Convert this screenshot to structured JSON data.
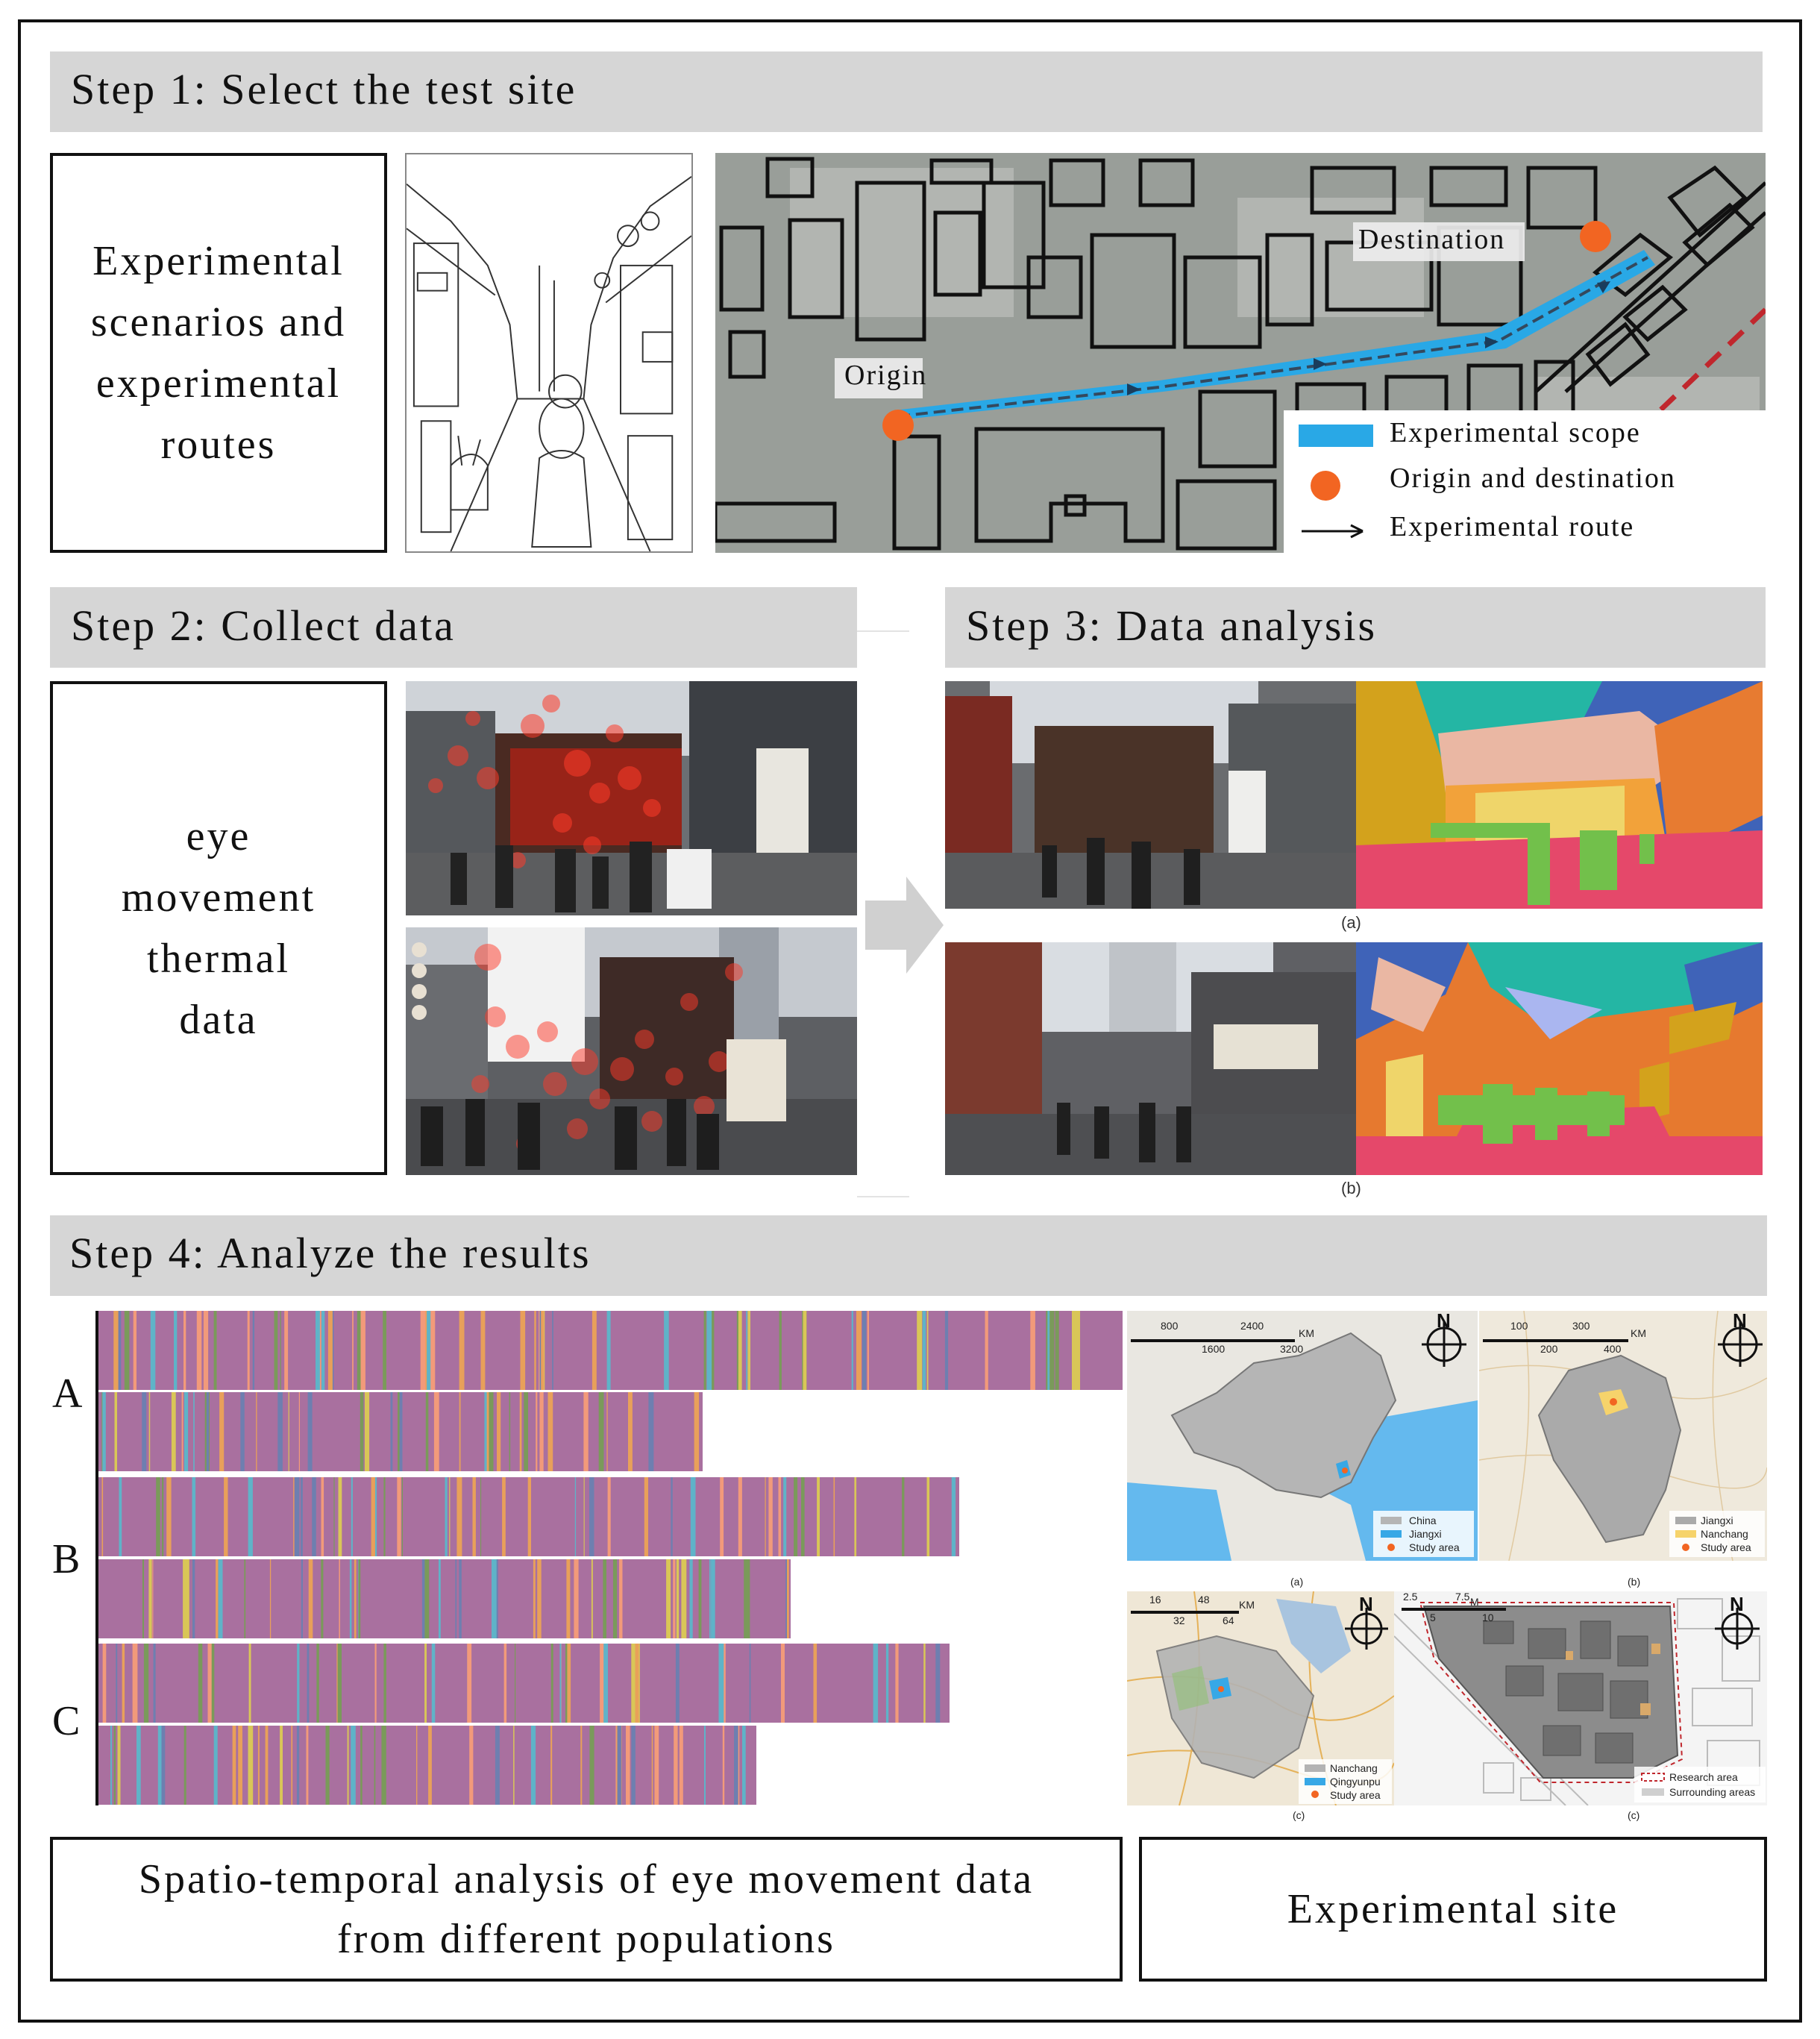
{
  "steps": {
    "step1": "Step 1: Select the test site",
    "step2": "Step 2: Collect data",
    "step3": "Step 3: Data analysis",
    "step4": "Step 4: Analyze the results"
  },
  "boxes": {
    "scenarios_lines": [
      "Experimental",
      "scenarios and",
      "experimental",
      "routes"
    ],
    "eye_lines": [
      "eye",
      "movement",
      "thermal",
      "data"
    ],
    "spatio_lines": [
      "Spatio-temporal analysis of eye movement data",
      "from different populations"
    ],
    "site": "Experimental site"
  },
  "route_map": {
    "origin_label": "Origin",
    "destination_label": "Destination",
    "legend": {
      "scope": "Experimental scope",
      "origin_dest": "Origin and destination",
      "route": "Experimental route"
    },
    "colors": {
      "scope": "#29a8e6",
      "points": "#f26522",
      "buildings": "#111111",
      "boundary": "#c0272d"
    }
  },
  "analysis_captions": {
    "a": "(a)",
    "b": "(b)"
  },
  "result_rows": {
    "labels": [
      "A",
      "B",
      "C"
    ],
    "base_color": "#a9709f",
    "accent_colors": [
      "#e8a05a",
      "#5fb3c8",
      "#d9c657",
      "#7a9a5a",
      "#f29a7a",
      "#6e7fb0"
    ]
  },
  "maps": {
    "china": {
      "scale_top": [
        "800",
        "2400"
      ],
      "scale_bottom": [
        "1600",
        "3200"
      ],
      "unit": "KM",
      "north": "N",
      "legend": [
        "China",
        "Jiangxi",
        "Study area"
      ],
      "caption": "(a)"
    },
    "jiangxi": {
      "scale_top": [
        "100",
        "300"
      ],
      "scale_bottom": [
        "200",
        "400"
      ],
      "unit": "KM",
      "north": "N",
      "legend": [
        "Jiangxi",
        "Nanchang",
        "Study area"
      ],
      "caption": "(b)"
    },
    "nanchang": {
      "scale_top": [
        "16",
        "48"
      ],
      "scale_bottom": [
        "32",
        "64"
      ],
      "unit": "KM",
      "north": "N",
      "legend": [
        "Nanchang",
        "Qingyunpu",
        "Study area"
      ],
      "caption": "(c)"
    },
    "site": {
      "scale_top": [
        "2.5",
        "7.5"
      ],
      "scale_bottom": [
        "5",
        "10"
      ],
      "unit": "M",
      "north": "N",
      "legend": [
        "Research area",
        "Surrounding areas"
      ],
      "caption": "(c)"
    }
  }
}
